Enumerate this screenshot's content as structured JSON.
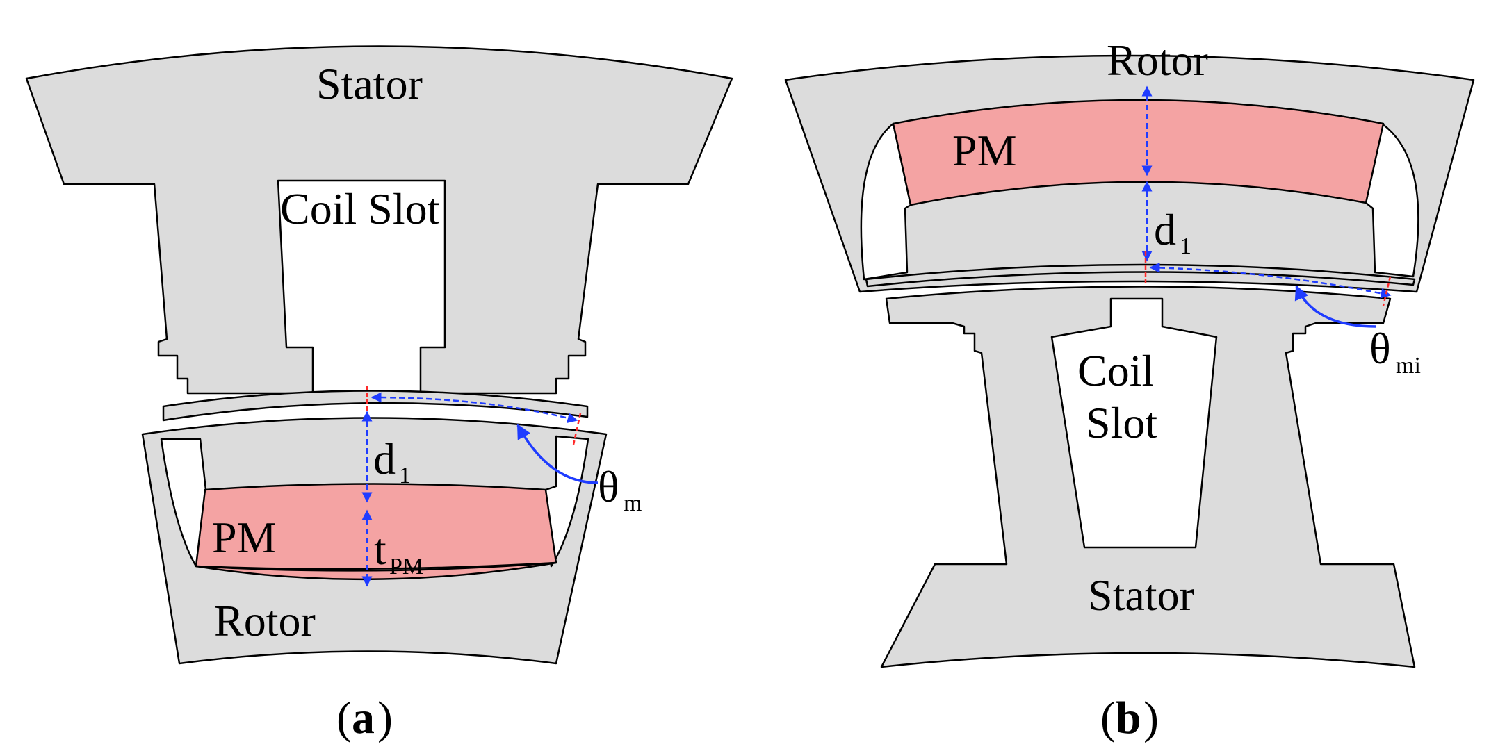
{
  "colors": {
    "iron": "#dcdcdc",
    "magnet": "#f4a3a3",
    "dimension_arrow": "#1f3cff",
    "reference_line": "#ff2a2a",
    "outline": "#000000"
  },
  "panel_a": {
    "caption": "a",
    "labels": {
      "stator": "Stator",
      "coil_slot": "Coil Slot",
      "pm": "PM",
      "rotor": "Rotor",
      "d1_main": "d",
      "d1_sub": "1",
      "tpm_main": "t",
      "tpm_sub": "PM",
      "theta_main": "θ",
      "theta_sub": "m"
    }
  },
  "panel_b": {
    "caption": "b",
    "labels": {
      "rotor": "Rotor",
      "pm": "PM",
      "coil_slot_line1": "Coil",
      "coil_slot_line2": "Slot",
      "stator": "Stator",
      "d1_main": "d",
      "d1_sub": "1",
      "theta_main": "θ",
      "theta_sub": "mi"
    }
  }
}
